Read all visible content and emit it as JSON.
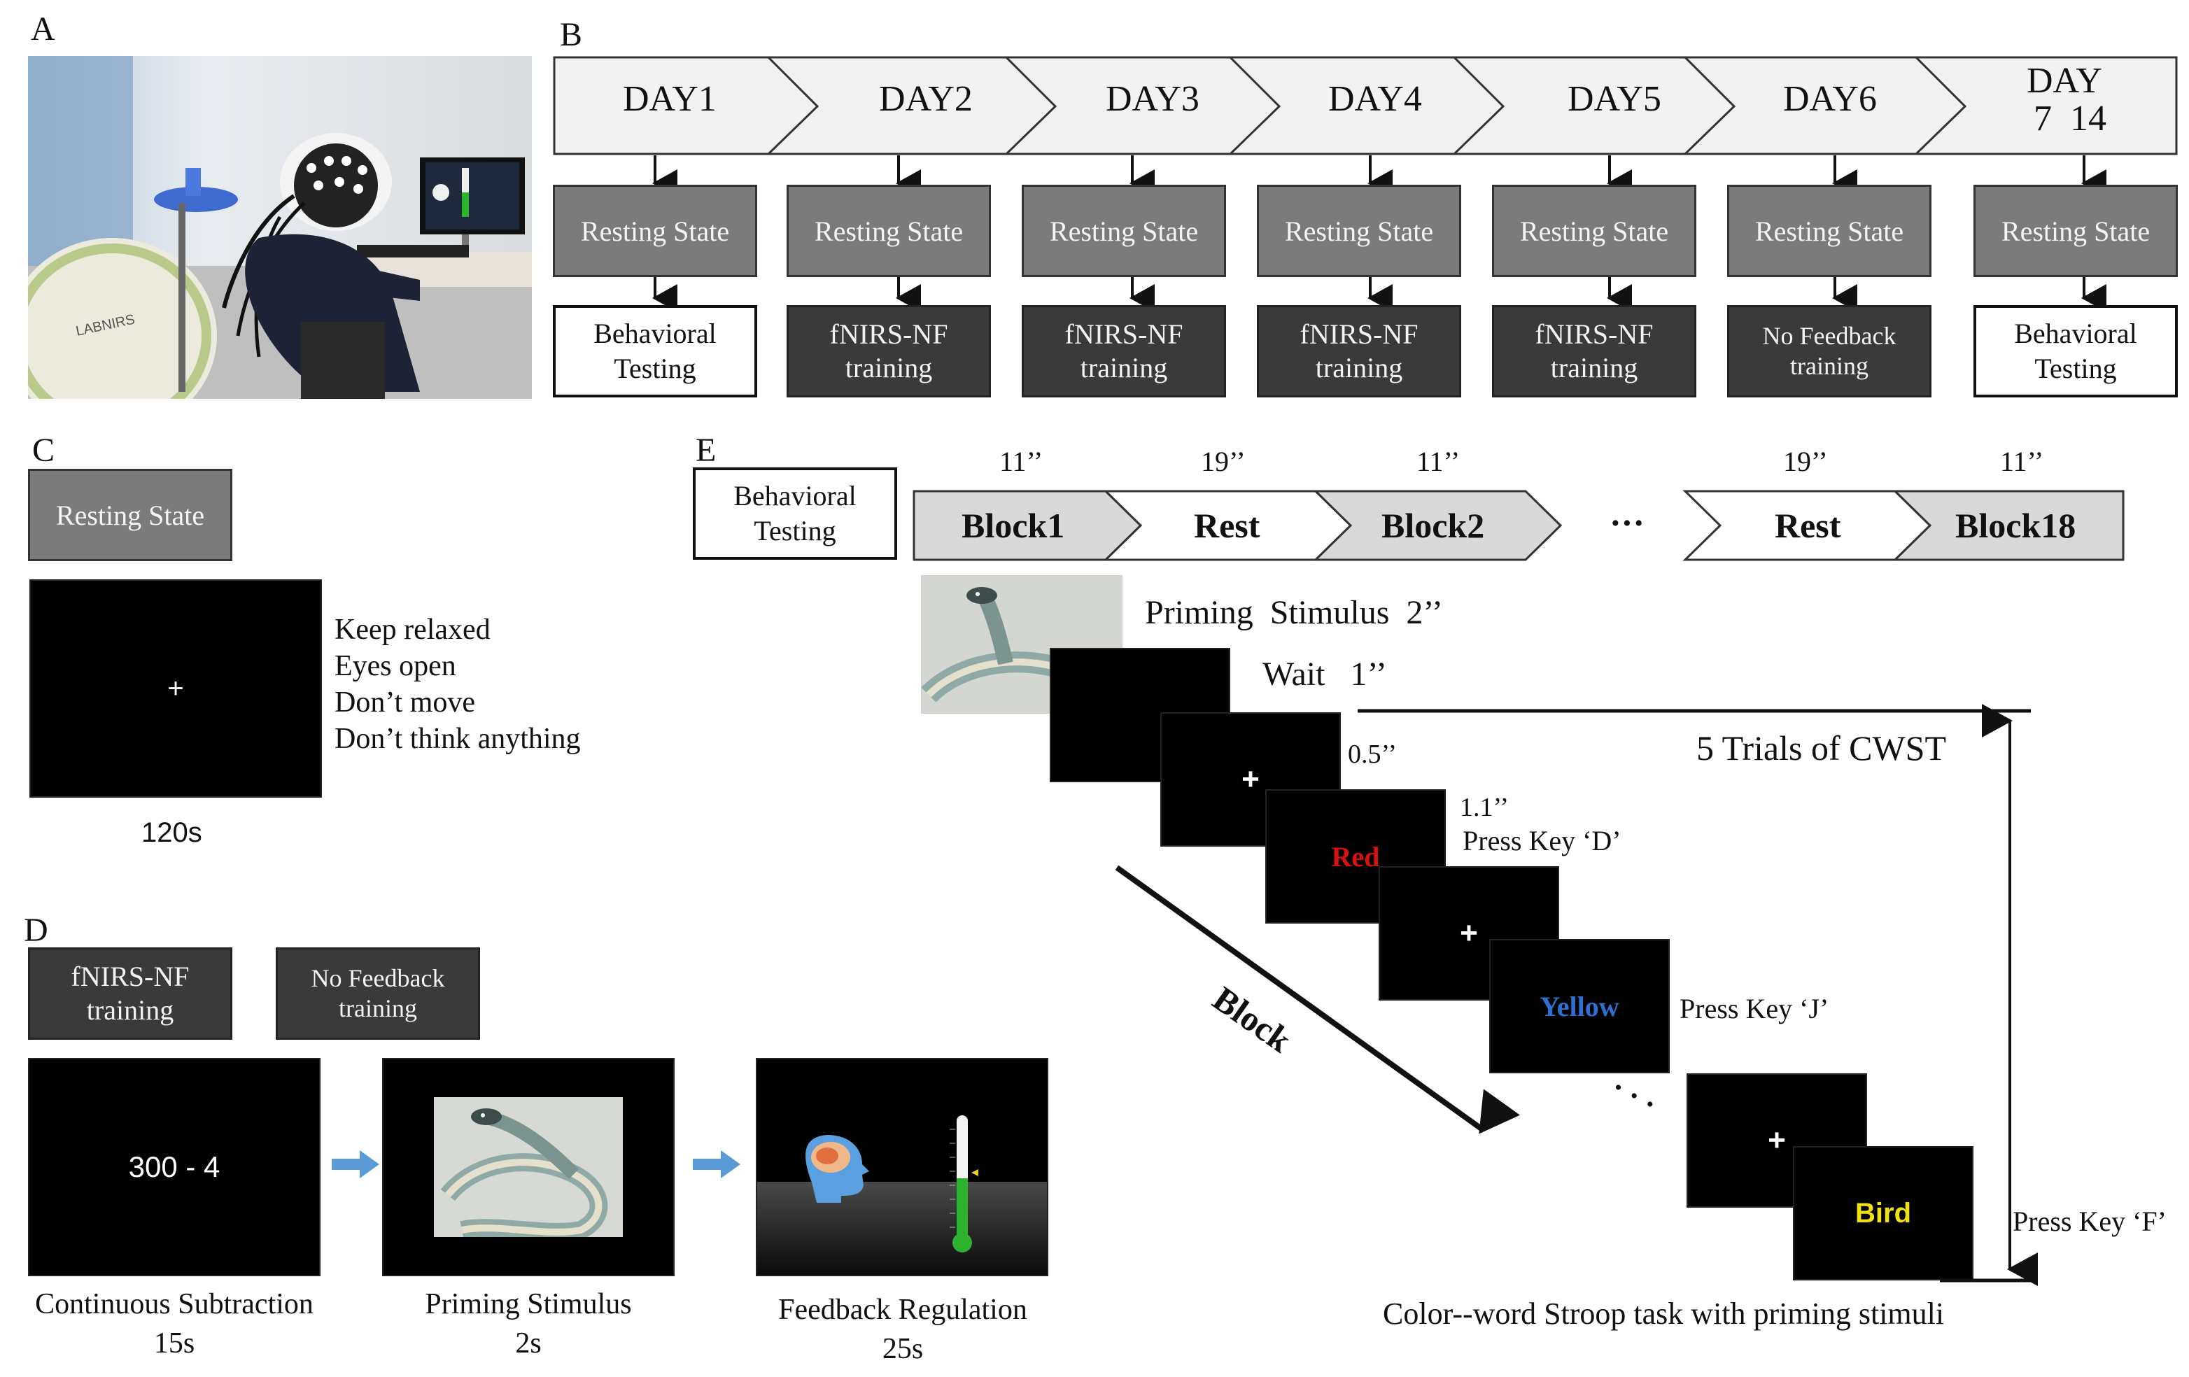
{
  "panels": {
    "a": "A",
    "b": "B",
    "c": "C",
    "d": "D",
    "e": "E"
  },
  "photo": {
    "logo_text": "LABNIRS"
  },
  "days": [
    "DAY1",
    "DAY2",
    "DAY3",
    "DAY4",
    "DAY5",
    "DAY6"
  ],
  "day_last": {
    "line1": "DAY",
    "line2": "7  14"
  },
  "resting_state": "Resting State",
  "day_second": [
    {
      "l1": "Behavioral",
      "l2": "Testing",
      "style": "white"
    },
    {
      "l1": "fNIRS-NF",
      "l2": "training",
      "style": "dark"
    },
    {
      "l1": "fNIRS-NF",
      "l2": "training",
      "style": "dark"
    },
    {
      "l1": "fNIRS-NF",
      "l2": "training",
      "style": "dark"
    },
    {
      "l1": "fNIRS-NF",
      "l2": "training",
      "style": "dark"
    },
    {
      "l1": "No Feedback",
      "l2": "training",
      "style": "dark"
    },
    {
      "l1": "Behavioral",
      "l2": "Testing",
      "style": "white"
    }
  ],
  "panel_c": {
    "box": "Resting State",
    "instructions": [
      "Keep relaxed",
      "Eyes open",
      "Don’t move",
      "Don’t think anything"
    ],
    "duration": "120s",
    "fixation": "+"
  },
  "panel_d": {
    "nf_l1": "fNIRS-NF",
    "nf_l2": "training",
    "nofb_l1": "No Feedback",
    "nofb_l2": "training",
    "subtraction": "300 - 4",
    "cap1_l1": "Continuous Subtraction",
    "cap1_l2": "15s",
    "cap2_l1": "Priming Stimulus",
    "cap2_l2": "2s",
    "cap3_l1": "Feedback Regulation",
    "cap3_l2": "25s"
  },
  "panel_e": {
    "box_l1": "Behavioral",
    "box_l2": "Testing",
    "timing": [
      "11’’",
      "19’’",
      "11’’",
      "19’’",
      "11’’"
    ],
    "blocks": [
      "Block1",
      "Rest",
      "Block2",
      "Rest",
      "Block18"
    ],
    "ellipsis": "···",
    "priming": "Priming  Stimulus  2’’",
    "wait": "Wait   1’’",
    "t05": "0.5’’",
    "t11": "1.1’’",
    "press_d": "Press Key ‘D’",
    "press_j": "Press Key ‘J’",
    "press_f": "Press Key ‘F’",
    "trials": "5 Trials of CWST",
    "block_label": "Block",
    "word_red": "Red",
    "word_yellow": "Yellow",
    "word_bird": "Bird",
    "dots": "· · ·",
    "caption": "Color--word Stroop task with priming stimuli",
    "colors": {
      "red": "#d81010",
      "blue": "#2f6fd0",
      "yellow": "#f0e010"
    }
  }
}
